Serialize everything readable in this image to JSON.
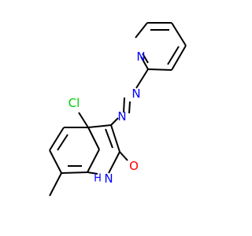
{
  "molecule": {
    "atoms": {
      "pyridine_n": {
        "label": "N",
        "color": "#0000ff"
      },
      "azo_n1": {
        "label": "N",
        "color": "#0000ff"
      },
      "azo_n2": {
        "label": "N",
        "color": "#0000ff"
      },
      "chlorine": {
        "label": "Cl",
        "color": "#00cc00"
      },
      "hydroxyl": {
        "label": "O",
        "color": "#ff0000"
      },
      "indole_nh_h": {
        "label": "H",
        "color": "#0000ff"
      },
      "indole_nh_n": {
        "label": "N",
        "color": "#0000ff"
      }
    },
    "colors": {
      "bond": "#000000",
      "nitrogen": "#0000ff",
      "oxygen": "#ff0000",
      "chlorine": "#00cc00"
    }
  }
}
